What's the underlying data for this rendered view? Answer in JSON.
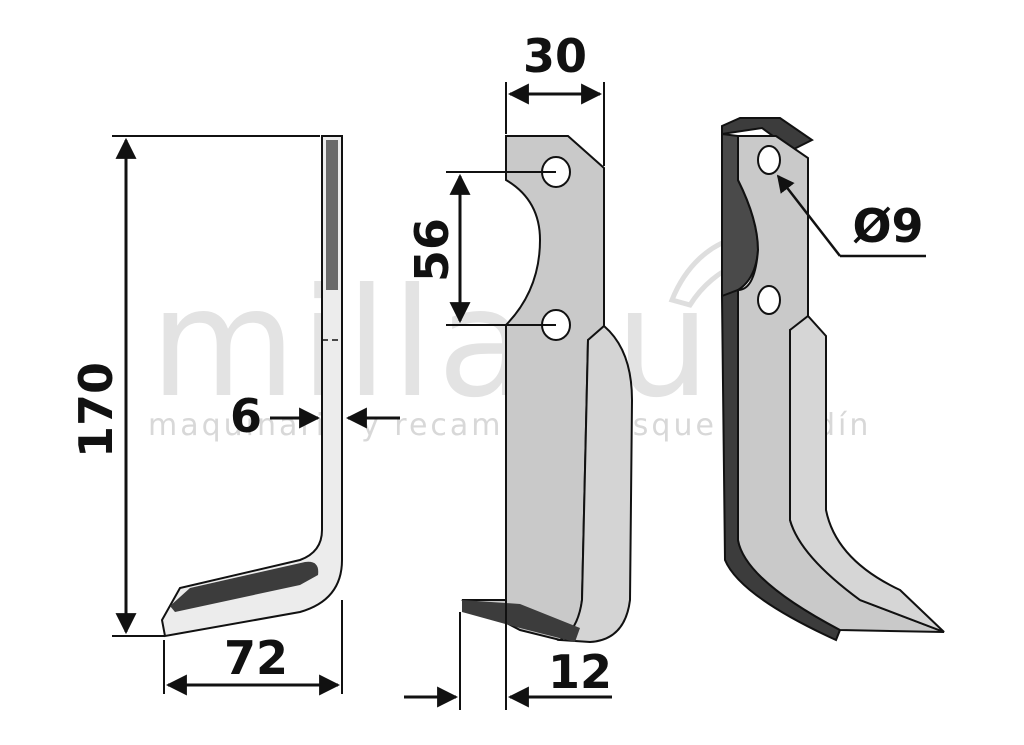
{
  "watermark": {
    "brand": "millasur",
    "tagline": "maquinaria y recambios bosque & jardín"
  },
  "dimensions": {
    "height": "170",
    "thickness": "6",
    "foot_width": "72",
    "blade_width": "30",
    "hole_spacing": "56",
    "edge_width": "12",
    "hole_diameter": "Ø9"
  },
  "colors": {
    "blade_face": "#c9c9c9",
    "blade_shadow": "#3c3c3c",
    "blade_edge": "#1a1a1a",
    "dimension_line": "#111111",
    "watermark": "#e3e3e3"
  }
}
